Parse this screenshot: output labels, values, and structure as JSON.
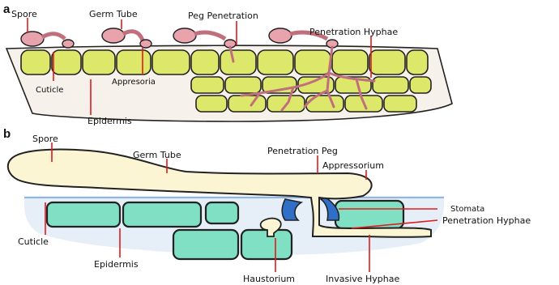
{
  "panel_a": {
    "letter": "a",
    "labels": {
      "spore": "Spore",
      "germ_tube": "Germ Tube",
      "peg_penetration": "Peg Penetration",
      "penetration_hyphae": "Penetration Hyphae",
      "cuticle": "Cuticle",
      "appresoria": "Appresoria",
      "epidermis": "Epidermis"
    }
  },
  "panel_b": {
    "letter": "b",
    "labels": {
      "spore": "Spore",
      "germ_tube": "Germ Tube",
      "penetration_peg": "Penetration Peg",
      "appressorium": "Appressorium",
      "stomata": "Stomata",
      "penetration_hyphae": "Penetration Hyphae",
      "cuticle": "Cuticle",
      "epidermis": "Epidermis",
      "haustorium": "Haustorium",
      "invasive_hyphae": "Invasive Hyphae"
    }
  },
  "colors": {
    "cell_a": "#dde86a",
    "tissue_a": "#f6f1ea",
    "fungus_a": "#e8a3ad",
    "cell_b": "#7fe0c4",
    "fungus_b": "#fbf5d4",
    "stomata_b": "#2f6fc8",
    "pointer": "#e01b1b"
  }
}
